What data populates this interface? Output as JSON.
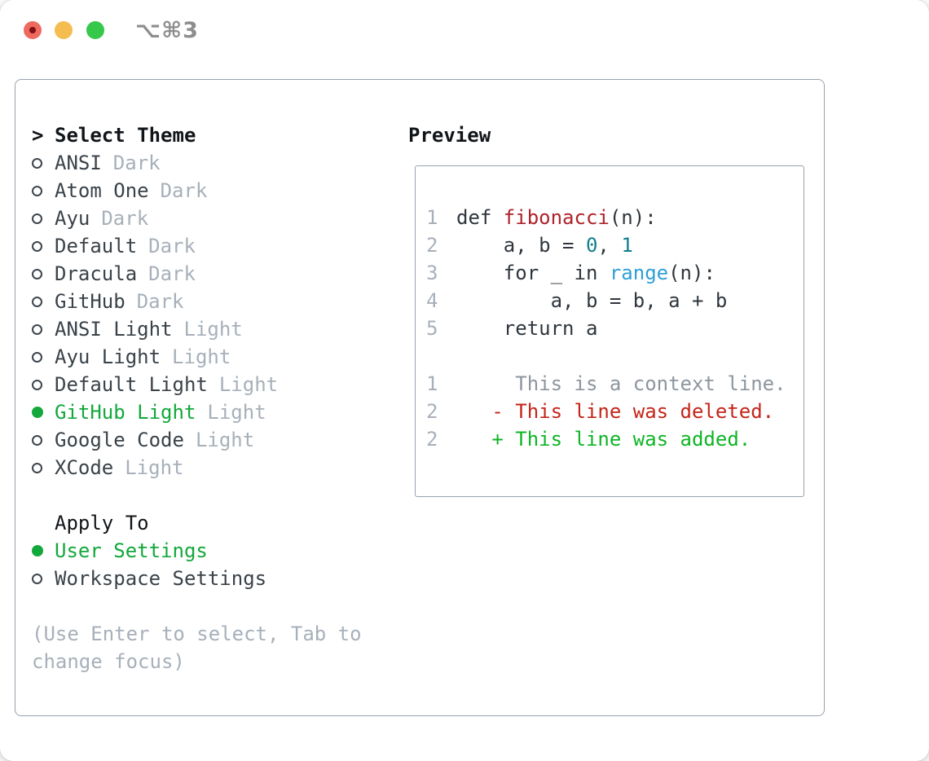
{
  "titlebar": {
    "shortcut": "⌥⌘3"
  },
  "colors": {
    "selection_green": "#13a83b",
    "keyword_red": "#ae232b",
    "builtin_blue": "#2f9fd8",
    "literal_teal": "#107f8c",
    "diff_red": "#c4251a",
    "diff_green": "#0eb525"
  },
  "panel": {
    "select_theme": {
      "cursor": ">",
      "label": "Select Theme",
      "themes": [
        {
          "name": "ANSI",
          "variant": "Dark",
          "selected": false
        },
        {
          "name": "Atom One",
          "variant": "Dark",
          "selected": false
        },
        {
          "name": "Ayu",
          "variant": "Dark",
          "selected": false
        },
        {
          "name": "Default",
          "variant": "Dark",
          "selected": false
        },
        {
          "name": "Dracula",
          "variant": "Dark",
          "selected": false
        },
        {
          "name": "GitHub",
          "variant": "Dark",
          "selected": false
        },
        {
          "name": "ANSI Light",
          "variant": "Light",
          "selected": false
        },
        {
          "name": "Ayu Light",
          "variant": "Light",
          "selected": false
        },
        {
          "name": "Default Light",
          "variant": "Light",
          "selected": false
        },
        {
          "name": "GitHub Light",
          "variant": "Light",
          "selected": true
        },
        {
          "name": "Google Code",
          "variant": "Light",
          "selected": false
        },
        {
          "name": "XCode",
          "variant": "Light",
          "selected": false
        }
      ]
    },
    "apply_to": {
      "label": "Apply To",
      "options": [
        {
          "name": "User Settings",
          "selected": true
        },
        {
          "name": "Workspace Settings",
          "selected": false
        }
      ]
    },
    "hint": "(Use Enter to select, Tab to change focus)",
    "preview": {
      "label": "Preview",
      "code_lines": [
        {
          "num": "1",
          "segments": [
            {
              "t": "def ",
              "c": "k"
            },
            {
              "t": "fibonacci",
              "c": "fn"
            },
            {
              "t": "(n):",
              "c": "k"
            }
          ]
        },
        {
          "num": "2",
          "segments": [
            {
              "t": "    a, b = ",
              "c": "k"
            },
            {
              "t": "0",
              "c": "lit"
            },
            {
              "t": ", ",
              "c": "k"
            },
            {
              "t": "1",
              "c": "lit"
            }
          ]
        },
        {
          "num": "3",
          "segments": [
            {
              "t": "    for _ in ",
              "c": "k"
            },
            {
              "t": "range",
              "c": "bi"
            },
            {
              "t": "(n):",
              "c": "k"
            }
          ]
        },
        {
          "num": "4",
          "segments": [
            {
              "t": "        a, b = b, a + b",
              "c": "k"
            }
          ]
        },
        {
          "num": "5",
          "segments": [
            {
              "t": "    return a",
              "c": "k"
            }
          ]
        },
        {
          "num": "",
          "segments": []
        },
        {
          "num": "1",
          "segments": [
            {
              "t": "     This is a context line.",
              "c": "ctx"
            }
          ]
        },
        {
          "num": "2",
          "segments": [
            {
              "t": "   - This line was deleted.",
              "c": "del"
            }
          ]
        },
        {
          "num": "2",
          "segments": [
            {
              "t": "   + This line was added.",
              "c": "add"
            }
          ]
        }
      ]
    }
  }
}
